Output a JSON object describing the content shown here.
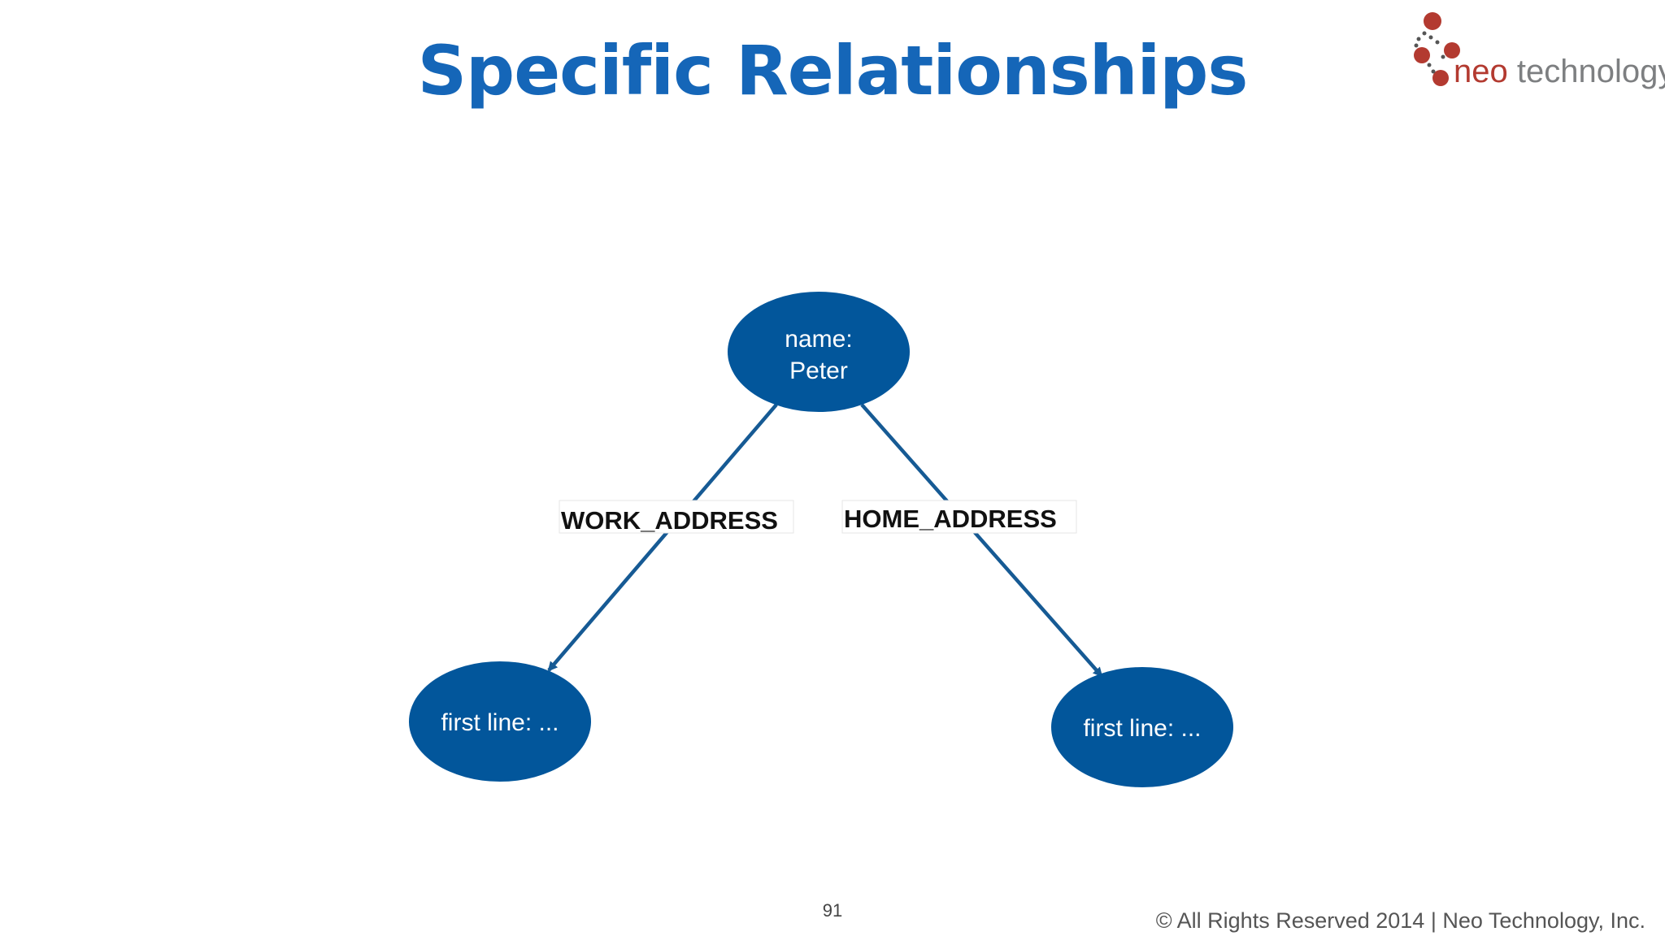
{
  "slide": {
    "title": "Specific Relationships",
    "page_number": "91",
    "copyright": "© All Rights Reserved 2014 | Neo Technology, Inc."
  },
  "logo": {
    "word_neo": "neo",
    "word_technology": "technology",
    "dot_color": "#b33a30",
    "text_gray": "#7d7f81"
  },
  "diagram": {
    "node_color": "#02569b",
    "edge_color": "#165a94",
    "nodes": {
      "peter": {
        "line1": "name:",
        "line2": "Peter"
      },
      "work": {
        "text": "first line: ..."
      },
      "home": {
        "text": "first line: ..."
      }
    },
    "edges": {
      "work": {
        "label": "WORK_ADDRESS"
      },
      "home": {
        "label": "HOME_ADDRESS"
      }
    }
  }
}
